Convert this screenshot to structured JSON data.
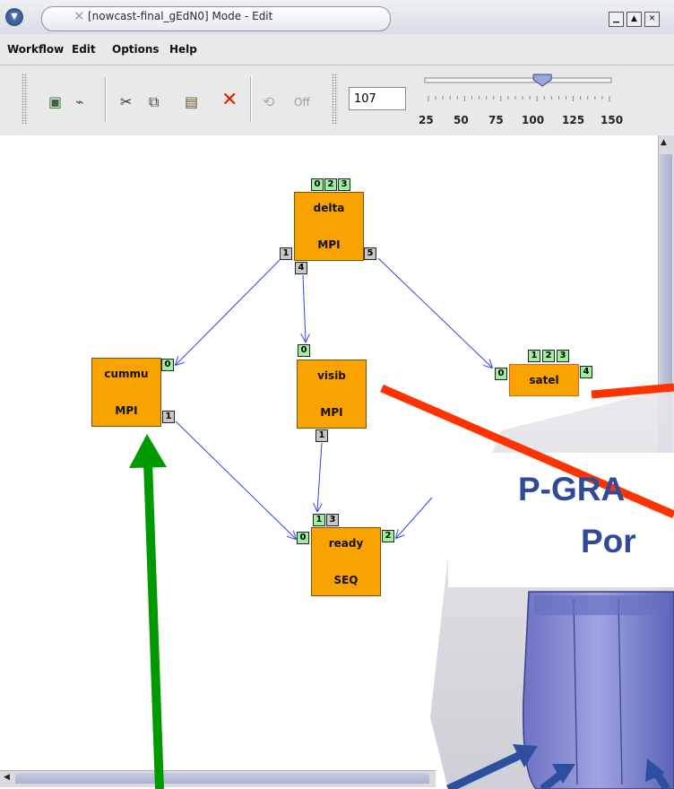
{
  "window": {
    "title": "[nowcast-final_gEdN0]  Mode - Edit",
    "buttons": {
      "minimize": "▁",
      "maximize": "▲",
      "close": "✕"
    }
  },
  "menu": {
    "items": [
      "Workflow",
      "Edit",
      "Options",
      "Help"
    ]
  },
  "toolbar": {
    "off_label": "Off",
    "zoom_value": "107",
    "zoom_fraction": 0.55,
    "zoom_ticks": [
      "25",
      "50",
      "75",
      "100",
      "125",
      "150"
    ]
  },
  "nodes": [
    {
      "id": "delta",
      "name": "delta",
      "type": "MPI",
      "in_ports": [
        "0",
        "2",
        "3"
      ],
      "out_ports": [
        "1",
        "4",
        "5"
      ]
    },
    {
      "id": "cummu",
      "name": "cummu",
      "type": "MPI",
      "in_ports": [
        "0"
      ],
      "out_ports": [
        "1"
      ]
    },
    {
      "id": "visib",
      "name": "visib",
      "type": "MPI",
      "in_ports": [
        "0"
      ],
      "out_ports": [
        "1"
      ]
    },
    {
      "id": "satel",
      "name": "satel",
      "in_ports": [
        "0",
        "1",
        "2",
        "3"
      ],
      "out_ports": [
        "4"
      ]
    },
    {
      "id": "ready",
      "name": "ready",
      "type": "SEQ",
      "in_ports": [
        "0",
        "1",
        "3",
        "2"
      ]
    }
  ],
  "overlay": {
    "line1": "P-GRA",
    "line2": "Por"
  },
  "colors": {
    "node_fill": "#f9a300",
    "in_port": "#9cf09c",
    "out_port": "#c7c7c7",
    "edge": "#3344ee",
    "red_arrow": "#ff3300",
    "green_arrow": "#009900",
    "blue_arrow": "#2c4fa0",
    "overlay_text": "#2f4a98"
  }
}
